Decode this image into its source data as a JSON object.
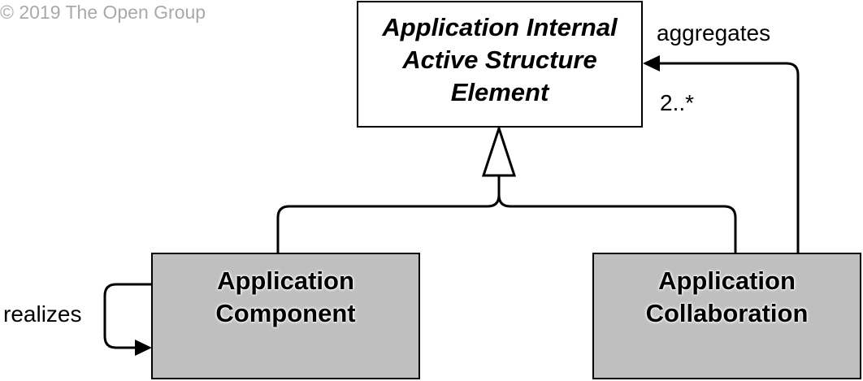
{
  "copyright": "© 2019 The Open Group",
  "elements": {
    "internal_active_structure": {
      "lines": [
        "Application Internal",
        "Active Structure",
        "Element"
      ]
    },
    "component": {
      "lines": [
        "Application",
        "Component"
      ]
    },
    "collaboration": {
      "lines": [
        "Application",
        "Collaboration"
      ]
    }
  },
  "relations": {
    "aggregation_label": "aggregates",
    "aggregation_multiplicity": "2..*",
    "realization_label": "realizes"
  },
  "colors": {
    "concrete_fill": "#bfbfbf",
    "abstract_fill": "#ffffff",
    "stroke": "#000000",
    "copyright_text": "#a9a9a9"
  }
}
